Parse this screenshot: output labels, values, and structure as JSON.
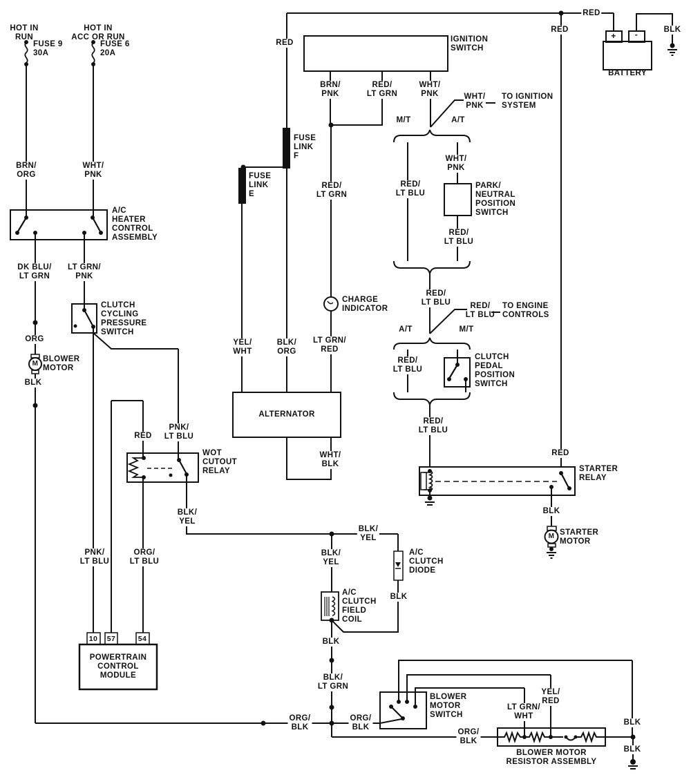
{
  "colors": {
    "line": "#111111",
    "background": "#ffffff"
  },
  "sources": {
    "hot_in_run": "HOT IN\nRUN",
    "fuse9": "FUSE 9\n30A",
    "hot_in_acc": "HOT IN\nACC OR RUN",
    "fuse6": "FUSE 6\n20A"
  },
  "components": {
    "ignition_switch": "IGNITION\nSWITCH",
    "battery": "BATTERY",
    "battery_plus": "+",
    "battery_minus": "-",
    "ac_heater_control": "A/C\nHEATER\nCONTROL\nASSEMBLY",
    "clutch_cycling_switch": "CLUTCH\nCYCLING\nPRESSURE\nSWITCH",
    "blower_motor": "BLOWER\nMOTOR",
    "park_neutral_switch": "PARK/\nNEUTRAL\nPOSITION\nSWITCH",
    "charge_indicator": "CHARGE\nINDICATOR",
    "fuse_link_e": "FUSE\nLINK\nE",
    "fuse_link_f": "FUSE\nLINK\nF",
    "alternator": "ALTERNATOR",
    "clutch_pedal_switch": "CLUTCH\nPEDAL\nPOSITION\nSWITCH",
    "starter_relay": "STARTER\nRELAY",
    "starter_motor": "STARTER\nMOTOR",
    "wot_relay": "WOT\nCUTOUT\nRELAY",
    "pcm": "POWERTRAIN\nCONTROL\nMODULE",
    "pcm_pins": [
      "10",
      "57",
      "54"
    ],
    "ac_clutch_diode": "A/C\nCLUTCH\nDIODE",
    "ac_clutch_field_coil": "A/C\nCLUTCH\nFIELD\nCOIL",
    "blower_switch": "BLOWER\nMOTOR\nSWITCH",
    "blower_resistor": "BLOWER MOTOR\nRESISTOR ASSEMBLY",
    "motor_m": "M"
  },
  "wires": {
    "red": "RED",
    "blk": "BLK",
    "brn_pnk": "BRN/\nPNK",
    "red_lt_grn": "RED/\nLT GRN",
    "wht_pnk": "WHT/\nPNK",
    "brn_org": "BRN/\nORG",
    "dk_blu_lt_grn": "DK BLU/\nLT GRN",
    "lt_grn_pnk": "LT GRN/\nPNK",
    "org": "ORG",
    "red_lt_blu": "RED/\nLT BLU",
    "yel_wht": "YEL/\nWHT",
    "blk_org": "BLK/\nORG",
    "lt_grn_red": "LT GRN/\nRED",
    "wht_blk": "WHT/\nBLK",
    "pnk_lt_blu": "PNK/\nLT BLU",
    "org_lt_blu": "ORG/\nLT BLU",
    "blk_yel": "BLK/\nYEL",
    "blk_lt_grn": "BLK/\nLT GRN",
    "org_blk": "ORG/\nBLK",
    "lt_grn_wht": "LT GRN/\nWHT",
    "yel_red": "YEL/\nRED"
  },
  "annotations": {
    "to_ignition": "TO IGNITION\nSYSTEM",
    "to_engine": "TO ENGINE\nCONTROLS",
    "mt": "M/T",
    "at": "A/T"
  }
}
